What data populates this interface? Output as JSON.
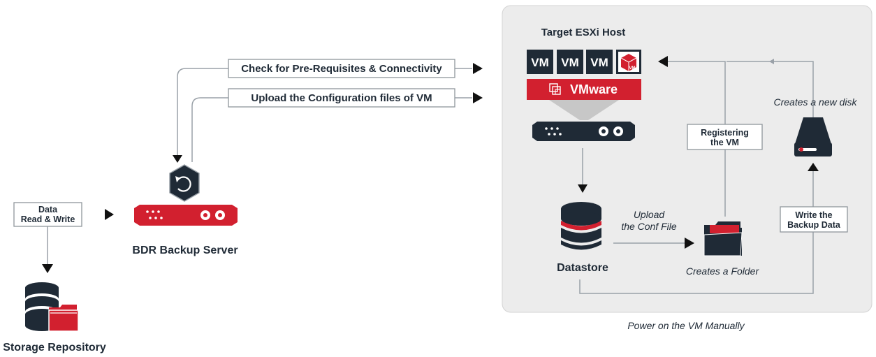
{
  "left": {
    "data_rw_line1": "Data",
    "data_rw_line2": "Read & Write",
    "storage_label": "Storage Repository",
    "server_label": "BDR Backup Server"
  },
  "arrows": {
    "check_label": "Check for Pre-Requisites & Connectivity",
    "upload_config_label": "Upload the Configuration files of VM"
  },
  "panel": {
    "title": "Target ESXi Host",
    "vms": [
      "VM",
      "VM",
      "VM"
    ],
    "vm_badge": "VM",
    "vmware_label": "VMware",
    "datastore_label": "Datastore",
    "upload_conf_line1": "Upload",
    "upload_conf_line2": "the Conf File",
    "creates_folder": "Creates a Folder",
    "registering_line1": "Registering",
    "registering_line2": "the VM",
    "creates_disk": "Creates a new disk",
    "write_line1": "Write the",
    "write_line2": "Backup Data"
  },
  "footer": {
    "power_on": "Power on the VM Manually"
  },
  "colors": {
    "brand_red": "#d2202f",
    "dark_navy": "#1f2a36",
    "panel_bg": "#ececec",
    "line_gray": "#9aa1a8"
  }
}
